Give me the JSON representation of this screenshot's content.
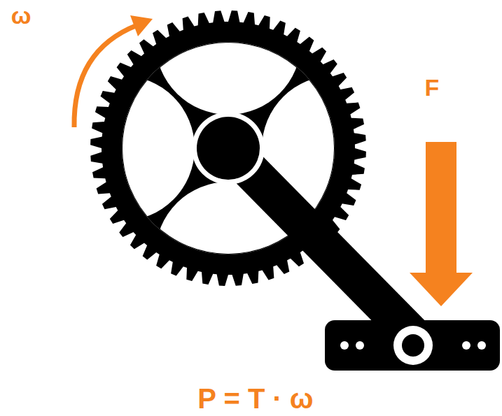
{
  "diagram": {
    "labels": [
      "ω",
      "F",
      "P = T · ω"
    ]
  }
}
